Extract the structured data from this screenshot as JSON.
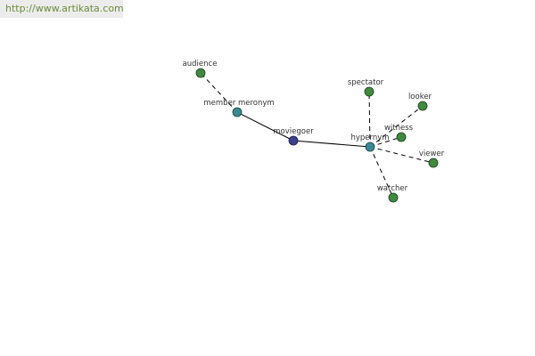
{
  "watermark": {
    "url": "http://www.artikata.com"
  },
  "colors": {
    "leaf": "#3f8a3f",
    "relation": "#3a8a92",
    "center": "#3a3f8e",
    "edge": "#000000",
    "banner_bg": "#ececec",
    "banner_text": "#6a8d3c"
  },
  "graph": {
    "center": {
      "label": "moviegoer",
      "icon": "center-node-icon"
    },
    "relations": [
      {
        "key": "member-meronym",
        "label": "member meronym",
        "targets": [
          "audience"
        ]
      },
      {
        "key": "hypernym",
        "label": "hypernym",
        "targets": [
          "spectator",
          "looker",
          "witness",
          "viewer",
          "watcher"
        ]
      }
    ]
  }
}
